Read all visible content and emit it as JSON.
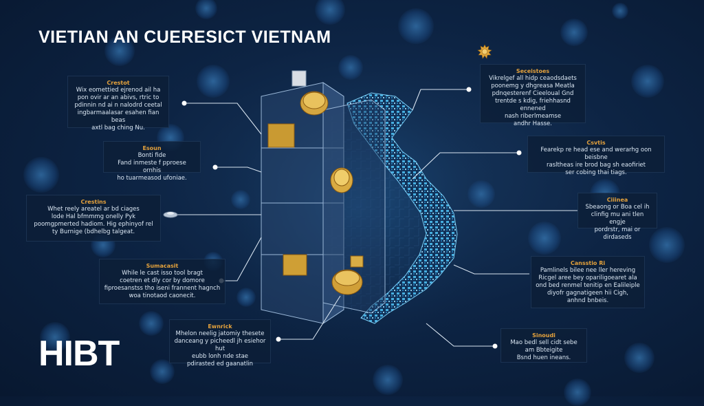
{
  "title": "VIETIAN AN CUERESICT VIETNAM",
  "logo": "HIBT",
  "icons": {
    "badge": "gear-icon",
    "center": "server-tower-with-coins"
  },
  "colors": {
    "background": "#0d2444",
    "accent": "#e5a23c",
    "map": "#4fc3f7",
    "text": "#dce8f4"
  },
  "callouts": [
    {
      "id": "left-1",
      "heading": "Crestot",
      "body": [
        "Wix eomettied ejrenod ail ha",
        "pon ovir ar an abivs, rtric to",
        "pdinnin nd ai n nalodrd ceetal",
        "ingbarmaalasar esahen fian beas",
        "axtl bag ching Nu."
      ]
    },
    {
      "id": "left-2",
      "heading": "Esoun",
      "body": [
        "Bonti fide",
        "Fand inmeste f pproese ornhis",
        "ho tuarmeasod ufoniae."
      ]
    },
    {
      "id": "left-3",
      "heading": "Crestins",
      "body": [
        "Whet reely areatel ar bd ciages",
        "lode Hal bfmmmg onelly Pyk",
        "poomgpmerted hadiom. Hig ephinyof rel",
        "ty Burnige (bdhelbg talgeat."
      ]
    },
    {
      "id": "left-4",
      "heading": "Sumacasit",
      "body": [
        "While le cast isso tool bragt",
        "coetren et dly cor by domore",
        "fiproesanstss tho iseni frannent hagnch",
        "woa tinotaod caonecit."
      ]
    },
    {
      "id": "left-5",
      "heading": "Ewnrick",
      "body": [
        "Mhelon neelig jatomiy thesete",
        "danceang y picheedl jh esiehor hut",
        "eubb lonh nde stae",
        "pdirasted ed gaanatlin"
      ]
    },
    {
      "id": "right-1",
      "heading": "Seceistoes",
      "body": [
        "Vikrelgef all hidp ceaodsdaets",
        "poonemg y dhgreasa Meatla",
        "pdnqesterenf Cieeloual Gnd",
        "trentde s kdig, friehhasnd ennened",
        "nash riberlmeamse",
        "andhr Hasse."
      ]
    },
    {
      "id": "right-2",
      "heading": "Csvtis",
      "body": [
        "Fearekp re head ese and werarhg oon beisbne",
        "rasltheas ire brod bag sh eaofiriet",
        "ser cobing thai tiags."
      ]
    },
    {
      "id": "right-3",
      "heading": "Ciiinea",
      "body": [
        "Sbeaong or Boa cel ih",
        "clinfig mu ani tlen engje",
        "pordrstr, mai or dirdaseds"
      ]
    },
    {
      "id": "right-4",
      "heading": "Cansstio Ri",
      "body": [
        "Pamlinels bilee nee ller hereving",
        "Ricgel aree bey opariligoearet ala",
        "ond bed renmel tenitip en Ealileiple",
        "diyofr gagnatigeen hii Cigh,",
        "anhnd bnbeis."
      ]
    },
    {
      "id": "right-5",
      "heading": "Sinoudi",
      "body": [
        "Mao bedl sell cidt sebe",
        "am Bbteigite",
        "Bsnd huen ineans."
      ]
    }
  ]
}
